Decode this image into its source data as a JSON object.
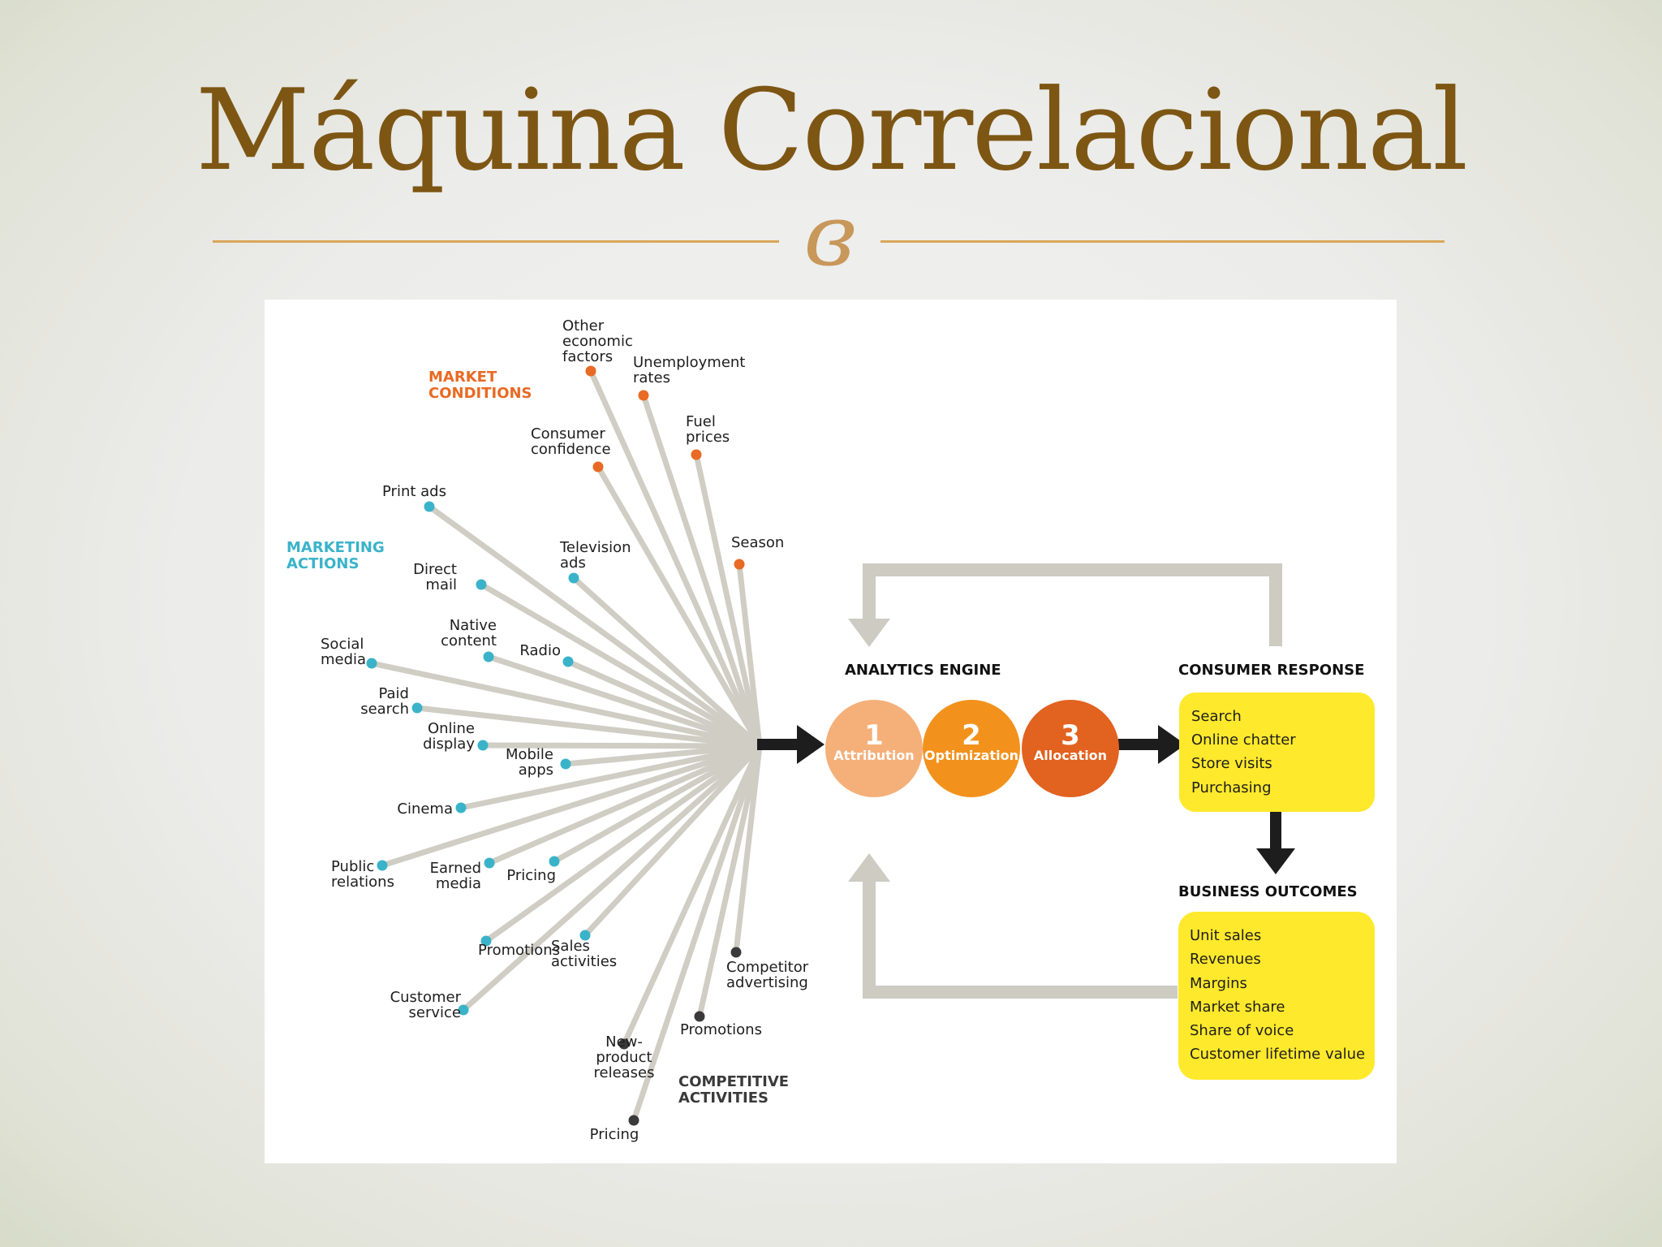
{
  "title": "Máquina Correlacional",
  "ornament": "ɞ",
  "categories": {
    "market": [
      "MARKET",
      "CONDITIONS"
    ],
    "marketing": [
      "MARKETING",
      "ACTIONS"
    ],
    "competitive": [
      "COMPETITIVE",
      "ACTIVITIES"
    ]
  },
  "colors": {
    "market": "#e86a24",
    "marketing": "#3ab3c9",
    "competitive": "#3a3a3a",
    "spoke": "#cfcdc4",
    "c1": "#f5b07a",
    "c2": "#f2921d",
    "c3": "#e2621f",
    "box": "#ffe92c",
    "title": "#7d5614"
  },
  "factors": {
    "market": [
      [
        "Other",
        "economic",
        "factors"
      ],
      [
        "Unemployment",
        "rates"
      ],
      [
        "Fuel",
        "prices"
      ],
      [
        "Consumer",
        "confidence"
      ],
      [
        "Season"
      ]
    ],
    "marketing": [
      [
        "Print ads"
      ],
      [
        "Direct",
        "mail"
      ],
      [
        "Television",
        "ads"
      ],
      [
        "Native",
        "content"
      ],
      [
        "Radio"
      ],
      [
        "Social",
        "media"
      ],
      [
        "Paid",
        "search"
      ],
      [
        "Online",
        "display"
      ],
      [
        "Mobile",
        "apps"
      ],
      [
        "Cinema"
      ],
      [
        "Public",
        "relations"
      ],
      [
        "Earned",
        "media"
      ],
      [
        "Pricing"
      ],
      [
        "Promotions"
      ],
      [
        "Sales",
        "activities"
      ],
      [
        "Customer",
        "service"
      ]
    ],
    "competitive": [
      [
        "Competitor",
        "advertising"
      ],
      [
        "Promotions"
      ],
      [
        "New-",
        "product",
        "releases"
      ],
      [
        "Pricing"
      ]
    ]
  },
  "engine": {
    "title": "ANALYTICS ENGINE",
    "steps": [
      {
        "num": "1",
        "label": "Attribution"
      },
      {
        "num": "2",
        "label": "Optimization"
      },
      {
        "num": "3",
        "label": "Allocation"
      }
    ]
  },
  "consumer_response": {
    "title": "CONSUMER RESPONSE",
    "items": [
      "Search",
      "Online chatter",
      "Store visits",
      "Purchasing"
    ]
  },
  "business_outcomes": {
    "title": "BUSINESS OUTCOMES",
    "items": [
      "Unit sales",
      "Revenues",
      "Margins",
      "Market share",
      "Share of voice",
      "Customer lifetime value"
    ]
  }
}
